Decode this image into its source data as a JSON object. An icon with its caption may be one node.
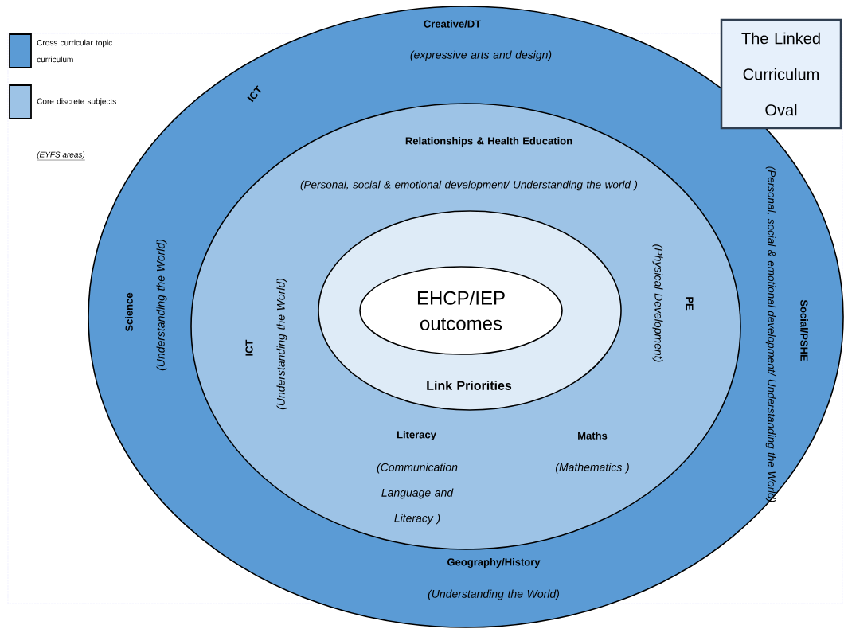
{
  "diagram": {
    "nodes": [
      {
        "text": [
          "Creative/DT",
          "(expressive arts and design)",
          "ICT",
          "Science",
          "(Understanding the World)",
          "Social/PSHE",
          "(Personal, social & emotional development/ Understanding the World)",
          "Geography/History",
          "(Understanding the World)"
        ]
      },
      {
        "text": [
          "Relationships & Health Education",
          "(Personal, social & emotional development/ Understanding the world )",
          "ICT",
          "(Understanding the World)",
          "PE",
          "(Physical Development)",
          "Literacy",
          "(Communication Language and Literacy )",
          "Maths",
          "(Mathematics )"
        ],
        "in": 0
      },
      {
        "text": [
          "Link Priorities"
        ],
        "in": 1
      },
      {
        "text": [
          "EHCP/IEP outcomes"
        ],
        "in": 2
      },
      {
        "text": [
          "The Linked Curriculum Oval"
        ]
      }
    ],
    "labels": [
      "(EYFS areas)"
    ],
    "legend": [
      {
        "text": "Cross curricular topic curriculum",
        "color": "#5b9bd5"
      },
      {
        "text": "Core discrete subjects",
        "color": "#9dc3e6"
      }
    ]
  }
}
